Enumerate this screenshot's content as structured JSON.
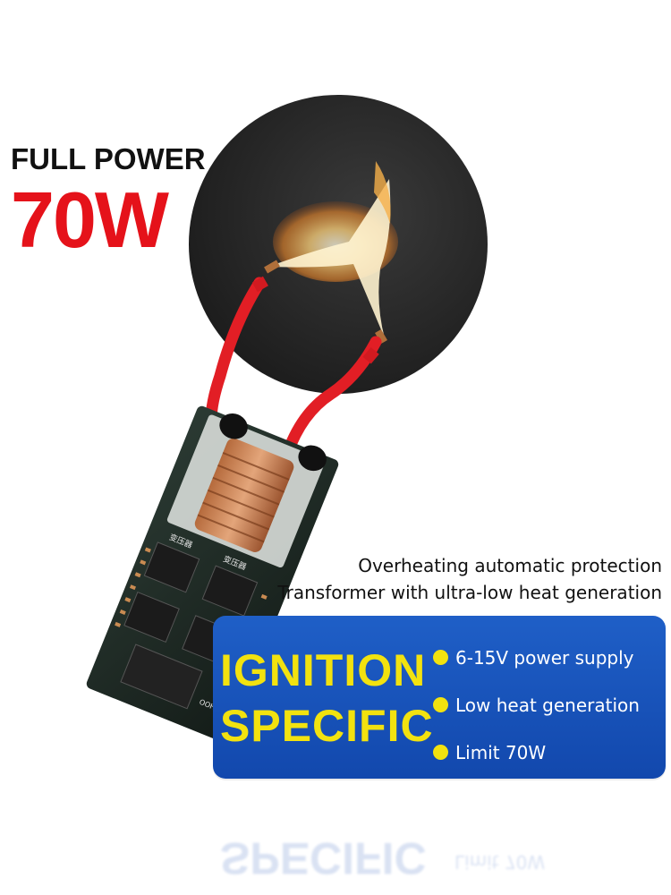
{
  "headline": {
    "line1": "FULL POWER",
    "line2": "70W",
    "accent_color": "#e5121a"
  },
  "features_notes": [
    "Overheating automatic protection",
    "Transformer with ultra-low heat generation"
  ],
  "panel": {
    "title_line1": "IGNITION",
    "title_line2": "SPECIFIC",
    "background_color": "#1a55bd",
    "title_color": "#f2e20f",
    "bullets": [
      "6-15V power supply",
      "Low heat generation",
      "Limit 70W"
    ]
  },
  "product_image": {
    "board_markings": [
      "变压器",
      "变压器",
      "OOHOO"
    ],
    "wire_color": "#e21e25"
  }
}
